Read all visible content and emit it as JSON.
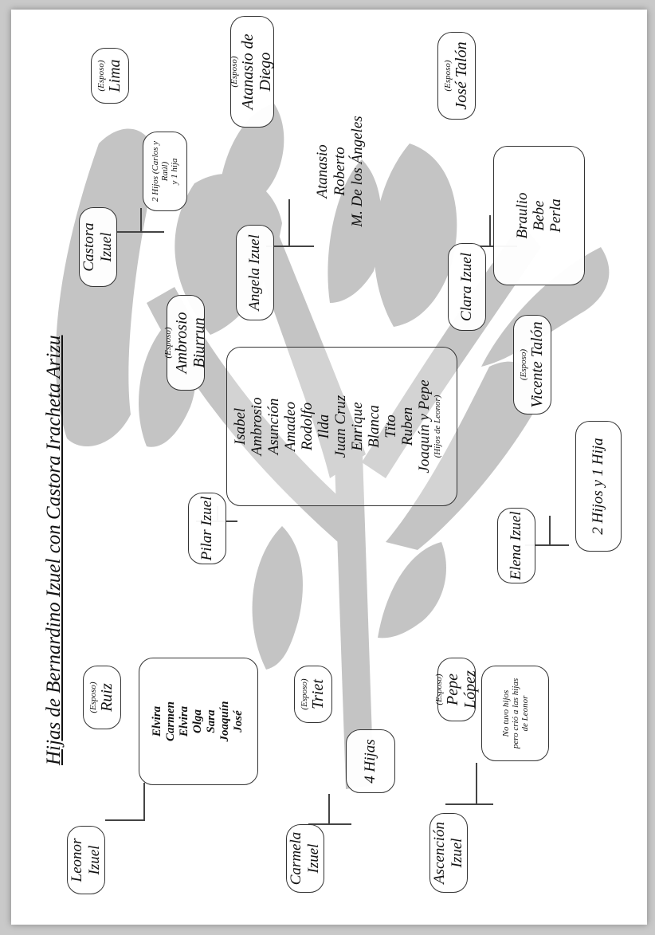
{
  "title": "Hijas de Bernardino Izuel con Castora Iracheta Arizu",
  "spouse_tag": "(Esposo)",
  "families": {
    "leonor": {
      "daughter": "Leonor Izuel",
      "spouse": "Ruiz",
      "children": [
        "Elvira",
        "Carmen",
        "Elvira",
        "Olga",
        "Sara",
        "Joaquín",
        "José"
      ]
    },
    "carmela": {
      "daughter": "Carmela Izuel",
      "spouse": "Triet",
      "children_text": "4 Hijas"
    },
    "ascencion": {
      "daughter": "Ascención Izuel",
      "spouse": "Pepe López",
      "children_lines": [
        "No tuvo hijos",
        "pero crió a las hijas",
        "de Leonor"
      ]
    },
    "pilar": {
      "daughter": "Pilar Izuel",
      "spouse": "Ambrosio Biurrun",
      "children": [
        "Isabel",
        "Ambrosio",
        "Asunción",
        "Amadeo",
        "Rodolfo",
        "Ilda",
        "Juan Cruz",
        "Enrique",
        "Blanca",
        "Tito",
        "Ruben",
        "Joaquín y Pepe"
      ],
      "children_note": "(Hijos de Leonor)"
    },
    "elena": {
      "daughter": "Elena Izuel",
      "spouse": "Vicente Talón",
      "children_text": "2 Hijos y 1 Hija"
    },
    "castora": {
      "daughter": "Castora Izuel",
      "spouse": "Lima",
      "children_lines": [
        "2 Hijos (Carlos y Raúl)",
        "y 1 hija"
      ]
    },
    "angela": {
      "daughter": "Angela Izuel",
      "spouse": "Atanasio de Diego",
      "children": [
        "Atanasio",
        "Roberto",
        "M. De los Ángeles"
      ]
    },
    "clara": {
      "daughter": "Clara Izuel",
      "spouse": "José Talón",
      "children": [
        "Braulio",
        "Bebe",
        "Perla"
      ]
    }
  }
}
